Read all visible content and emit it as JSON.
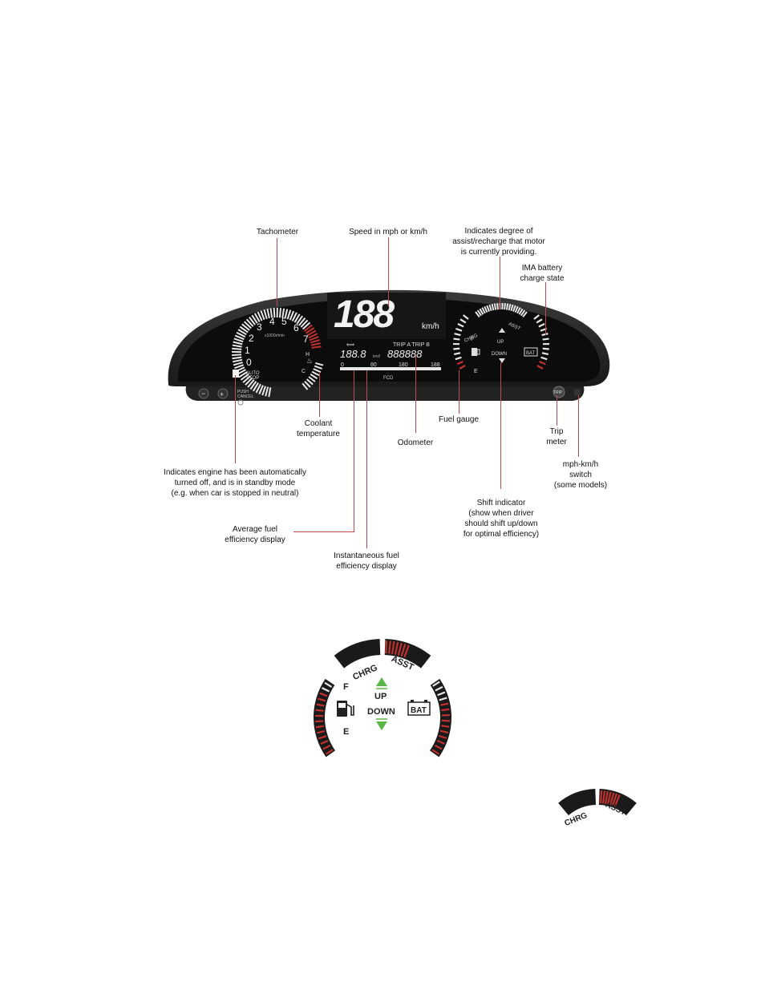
{
  "callouts": {
    "tachometer": "Tachometer",
    "speed": "Speed in mph or km/h",
    "assist": "Indicates degree of\nassist/recharge that motor\nis currently providing.",
    "ima_battery": "IMA battery\ncharge state",
    "coolant": "Coolant\ntemperature",
    "fuel_gauge": "Fuel gauge",
    "odometer": "Odometer",
    "trip_meter": "Trip\nmeter",
    "mph_switch": "mph-km/h\nswitch\n(some models)",
    "auto_stop": "Indicates engine has been automatically\nturned off, and is in standby mode\n(e.g. when car is stopped in neutral)",
    "shift_indicator": "Shift indicator\n(show when driver\nshould shift up/down\nfor optimal efficiency)",
    "avg_fuel": "Average fuel\nefficiency display",
    "inst_fuel": "Instantaneous fuel\nefficiency display"
  },
  "cluster": {
    "speed_digits": "188",
    "speed_unit": "km/h",
    "tach_numbers": [
      "0",
      "1",
      "2",
      "3",
      "4",
      "5",
      "6",
      "7"
    ],
    "tach_unit": "x1000r/min",
    "temp_h": "H",
    "temp_c": "C",
    "auto_stop_label": "AUTO\nSTOP",
    "trip_modes": "TRIP A  TRIP B",
    "fuel_econ_value": "188.8",
    "fuel_econ_unit": "km/l",
    "odometer_value": "888888",
    "bar_ticks": [
      "0",
      "80",
      "180",
      "188"
    ],
    "fcd_label": "FCD",
    "fuel_f": "F",
    "fuel_e": "E",
    "chrg_label": "CHRG",
    "asst_label": "ASST",
    "up_label": "UP",
    "down_label": "DOWN",
    "bat_label": "BAT",
    "minus_button": "−",
    "plus_button": "+",
    "push_cancel": "PUSH\nCANCEL",
    "trip_button": "TRIP"
  },
  "zoom": {
    "f_label": "F",
    "e_label": "E",
    "chrg_label": "CHRG",
    "asst_label": "ASST",
    "up_label": "UP",
    "down_label": "DOWN",
    "bat_label": "BAT"
  },
  "mini": {
    "chrg_label": "CHRG",
    "asst_label": "ASST"
  },
  "colors": {
    "accent_red": "#c0322e",
    "lead_line": "#c24a4a",
    "lcd_white": "#f2f2f2",
    "shift_green": "#5bb548",
    "panel_black": "#0c0c0c"
  }
}
